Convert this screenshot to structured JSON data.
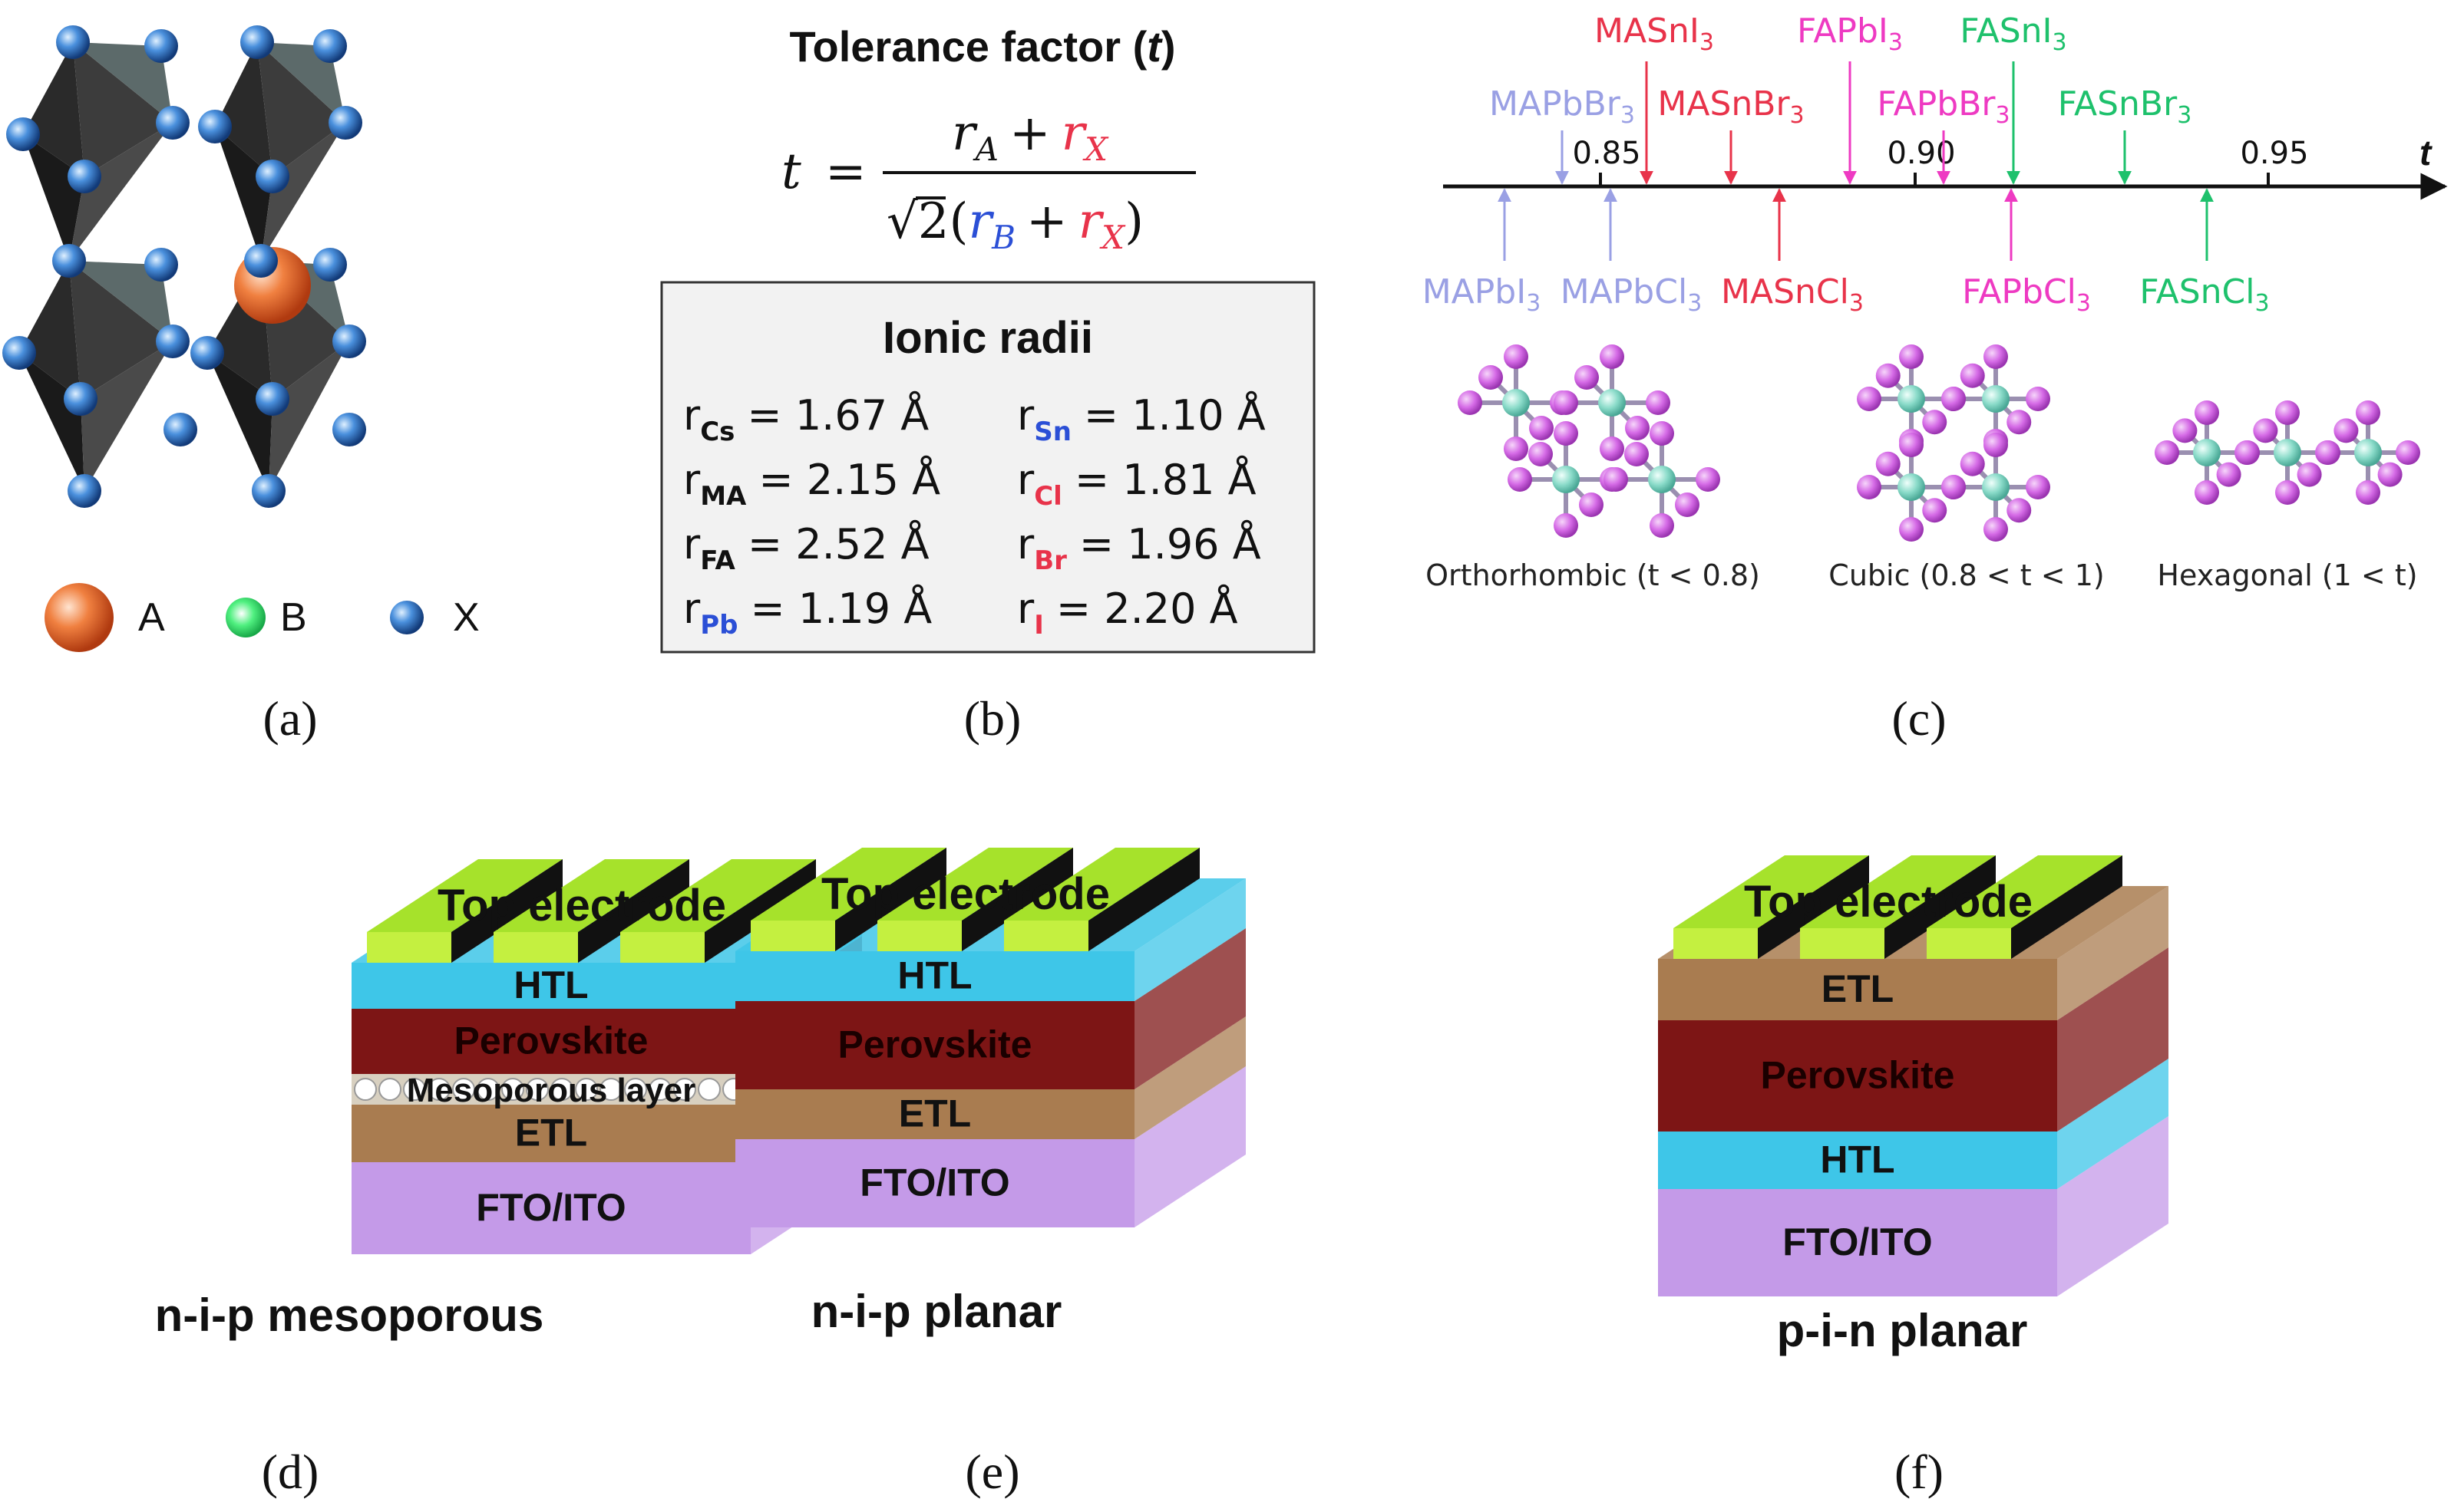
{
  "panel_a": {
    "legend": {
      "a_label": "A",
      "b_label": "B",
      "x_label": "X"
    },
    "caption": "(a)"
  },
  "panel_b": {
    "title_text": "Tolerance factor (",
    "title_t": "t",
    "title_close": ")",
    "formula": {
      "t": "t",
      "eq": "=",
      "rA": "r",
      "rA_sub": "A",
      "plus": "+",
      "rX": "r",
      "rX_sub": "X",
      "sqrt2": "√2(",
      "rB": "r",
      "rB_sub": "B",
      "close": ")"
    },
    "radii_title": "Ionic radii",
    "radii_rows": [
      {
        "l_sym": "r",
        "l_sub": "Cs",
        "l_val": "=  1.67  Å",
        "r_sym": "r",
        "r_sub": "Sn",
        "r_val": "=  1.10  Å"
      },
      {
        "l_sym": "r",
        "l_sub": "MA",
        "l_val": "=  2.15  Å",
        "r_sym": "r",
        "r_sub": "Cl",
        "r_val": "=  1.81  Å"
      },
      {
        "l_sym": "r",
        "l_sub": "FA",
        "l_val": "=  2.52  Å",
        "r_sym": "r",
        "r_sub": "Br",
        "r_val": "=  1.96  Å"
      },
      {
        "l_sym": "r",
        "l_sub": "Pb",
        "l_val": "=  1.19  Å",
        "r_sym": "r",
        "r_sub": "I",
        "r_val": "=  2.20  Å"
      }
    ],
    "caption": "(b)"
  },
  "panel_c": {
    "axis_label": "t",
    "ticks": [
      "0.85",
      "0.90",
      "0.95"
    ],
    "above": [
      {
        "pre": "MASnI",
        "sub": "3",
        "color": "#e8334a"
      },
      {
        "pre": "FAPbI",
        "sub": "3",
        "color": "#ee3ac2"
      },
      {
        "pre": "FASnI",
        "sub": "3",
        "color": "#1ec16c"
      },
      {
        "pre": "MAPbBr",
        "sub": "3",
        "color": "#9aa0e4"
      },
      {
        "pre": "MASnBr",
        "sub": "3",
        "color": "#e8334a"
      },
      {
        "pre": "FAPbBr",
        "sub": "3",
        "color": "#ee3ac2"
      },
      {
        "pre": "FASnBr",
        "sub": "3",
        "color": "#1ec16c"
      }
    ],
    "below": [
      {
        "pre": "MAPbI",
        "sub": "3",
        "color": "#9aa0e4"
      },
      {
        "pre": "MAPbCl",
        "sub": "3",
        "color": "#9aa0e4"
      },
      {
        "pre": "MASnCl",
        "sub": "3",
        "color": "#e8334a"
      },
      {
        "pre": "FAPbCl",
        "sub": "3",
        "color": "#ee3ac2"
      },
      {
        "pre": "FASnCl",
        "sub": "3",
        "color": "#1ec16c"
      }
    ],
    "phases": [
      "Orthorhombic (t < 0.8)",
      "Cubic (0.8 < t < 1)",
      "Hexagonal (1 < t)"
    ],
    "caption": "(c)"
  },
  "devices": [
    {
      "layers": [
        "Top electrode",
        "HTL",
        "Perovskite",
        "Mesoporous layer",
        "ETL",
        "FTO/ITO"
      ],
      "name": "n-i-p mesoporous",
      "caption": "(d)"
    },
    {
      "layers": [
        "Top electrode",
        "HTL",
        "Perovskite",
        "ETL",
        "FTO/ITO"
      ],
      "name": "n-i-p planar",
      "caption": "(e)"
    },
    {
      "layers": [
        "Top electrode",
        "ETL",
        "Perovskite",
        "HTL",
        "FTO/ITO"
      ],
      "name": "p-i-n planar",
      "caption": "(f)"
    }
  ],
  "colors": {
    "red": "#e8334a",
    "magenta": "#ee3ac2",
    "green": "#1ec16c",
    "lavender": "#9aa0e4",
    "blue_sub": "#2b4fd6",
    "htl": "#3ec6e8",
    "perovskite": "#7d1515",
    "etl": "#a97c50",
    "fto": "#c49ae8",
    "electrode": "#a6e22b",
    "atom_x": "#2f78c8",
    "atom_a": "#ef7536",
    "atom_b": "#2ee06a",
    "crystal_pink": "#d86ae6",
    "crystal_teal": "#7fd8c8"
  }
}
